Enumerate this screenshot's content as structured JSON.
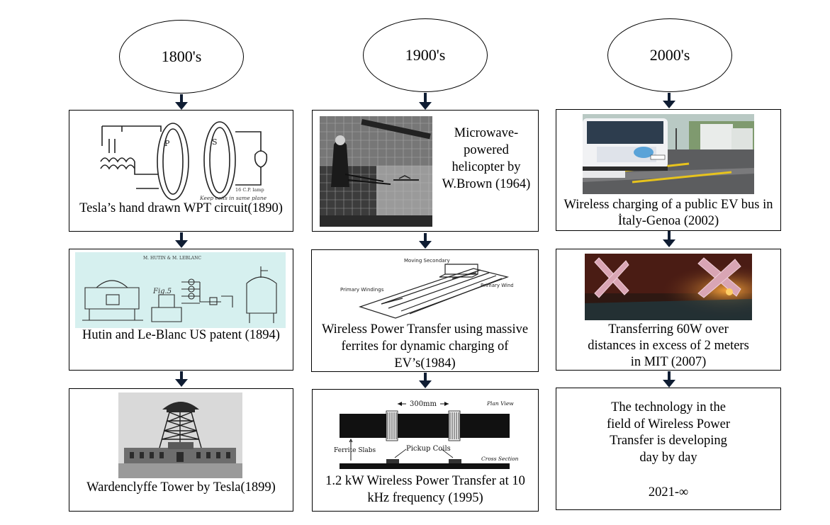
{
  "eras": [
    "1800's",
    "1900's",
    "2000's"
  ],
  "captions": {
    "tesla_wpt": "Tesla’s hand drawn WPT circuit(1890)",
    "hutin": "Hutin and Le-Blanc US patent (1894)",
    "wardenclyffe": "Wardenclyffe Tower by Tesla(1899)",
    "microwave": "Microwave-powered helicopter by W.Brown (1964)",
    "ferrites": "Wireless Power Transfer using massive ferrites for dynamic charging of EV’s(1984)",
    "kw": "1.2 kW  Wireless Power Transfer at  10 kHz frequency (1995)",
    "genoa": "Wireless charging of a public EV bus in İtaly-Genoa (2002)",
    "mit": "Transferring 60W over distances in excess of 2 meters in MIT (2007)",
    "future_text": "The technology in the field of Wireless Power Transfer is developing day by day",
    "future_year": "2021-∞"
  },
  "figure_labels": {
    "tesla_keep": "Keep coils in same plane",
    "tesla_lamp": "16 C.P. lamp",
    "ferrite_moving": "Moving Secondary",
    "ferrite_primary_left": "Primary Windings",
    "ferrite_primary_right": "Primary Windings",
    "kw_dim": "300mm",
    "kw_plan": "Plan View",
    "kw_cross": "Cross Section",
    "kw_slabs": "Ferrite Slabs",
    "kw_pickup": "Pickup Coils",
    "patent_fig": "Fig.5"
  }
}
